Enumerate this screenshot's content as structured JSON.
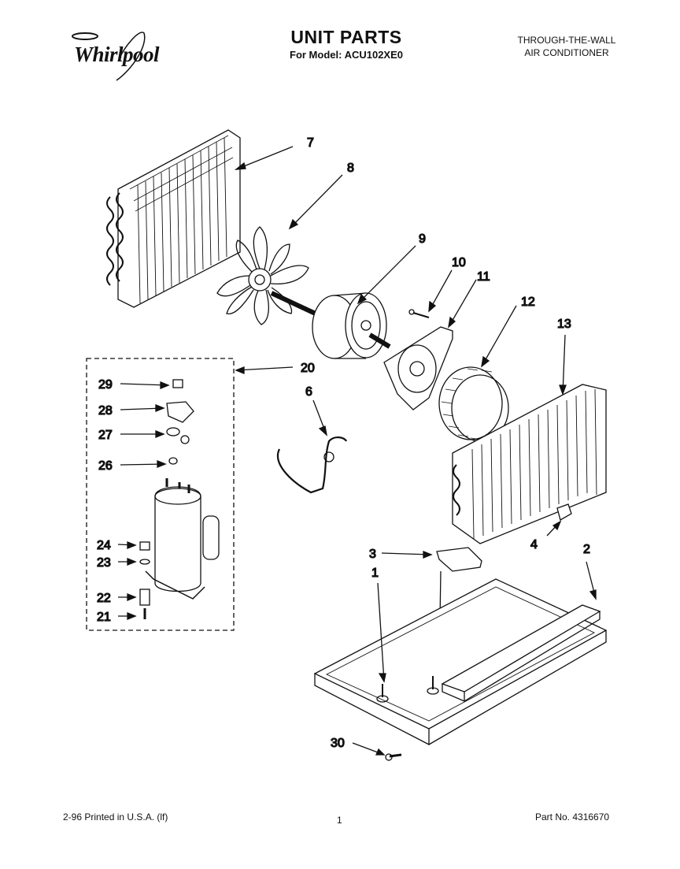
{
  "header": {
    "brand": "Whirlpool",
    "title": "UNIT PARTS",
    "model_line": "For Model: ACU102XE0",
    "product_line1": "THROUGH-THE-WALL",
    "product_line2": "AIR CONDITIONER"
  },
  "callouts": {
    "p1": "1",
    "p2": "2",
    "p3": "3",
    "p4": "4",
    "p6": "6",
    "p7": "7",
    "p8": "8",
    "p9": "9",
    "p10": "10",
    "p11": "11",
    "p12": "12",
    "p13": "13",
    "p20": "20",
    "p21": "21",
    "p22": "22",
    "p23": "23",
    "p24": "24",
    "p26": "26",
    "p27": "27",
    "p28": "28",
    "p29": "29",
    "p30": "30"
  },
  "footer": {
    "print_info": "2-96 Printed in U.S.A. (lf)",
    "page_number": "1",
    "part_number": "Part No. 4316670"
  }
}
